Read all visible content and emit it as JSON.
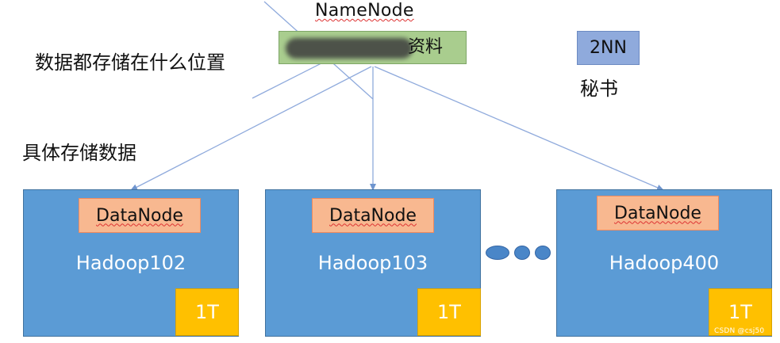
{
  "namenode": {
    "title": "NameNode",
    "box_text": "资料"
  },
  "question": "数据都存储在什么位置",
  "storage_label": "具体存储数据",
  "secondary": {
    "box_label": "2NN",
    "caption": "秘书"
  },
  "nodes": [
    {
      "label": "DataNode",
      "host": "Hadoop102",
      "capacity": "1T"
    },
    {
      "label": "DataNode",
      "host": "Hadoop103",
      "capacity": "1T"
    },
    {
      "label": "DataNode",
      "host": "Hadoop400",
      "capacity": "1T"
    }
  ],
  "watermark": "CSDN @csj50",
  "colors": {
    "namenode_fill": "#a9cd8e",
    "datanode_box": "#5b9bd5",
    "datanode_label": "#f8b890",
    "capacity_fill": "#ffc000",
    "secondary_fill": "#8faadc",
    "arrow": "#8faadc"
  }
}
